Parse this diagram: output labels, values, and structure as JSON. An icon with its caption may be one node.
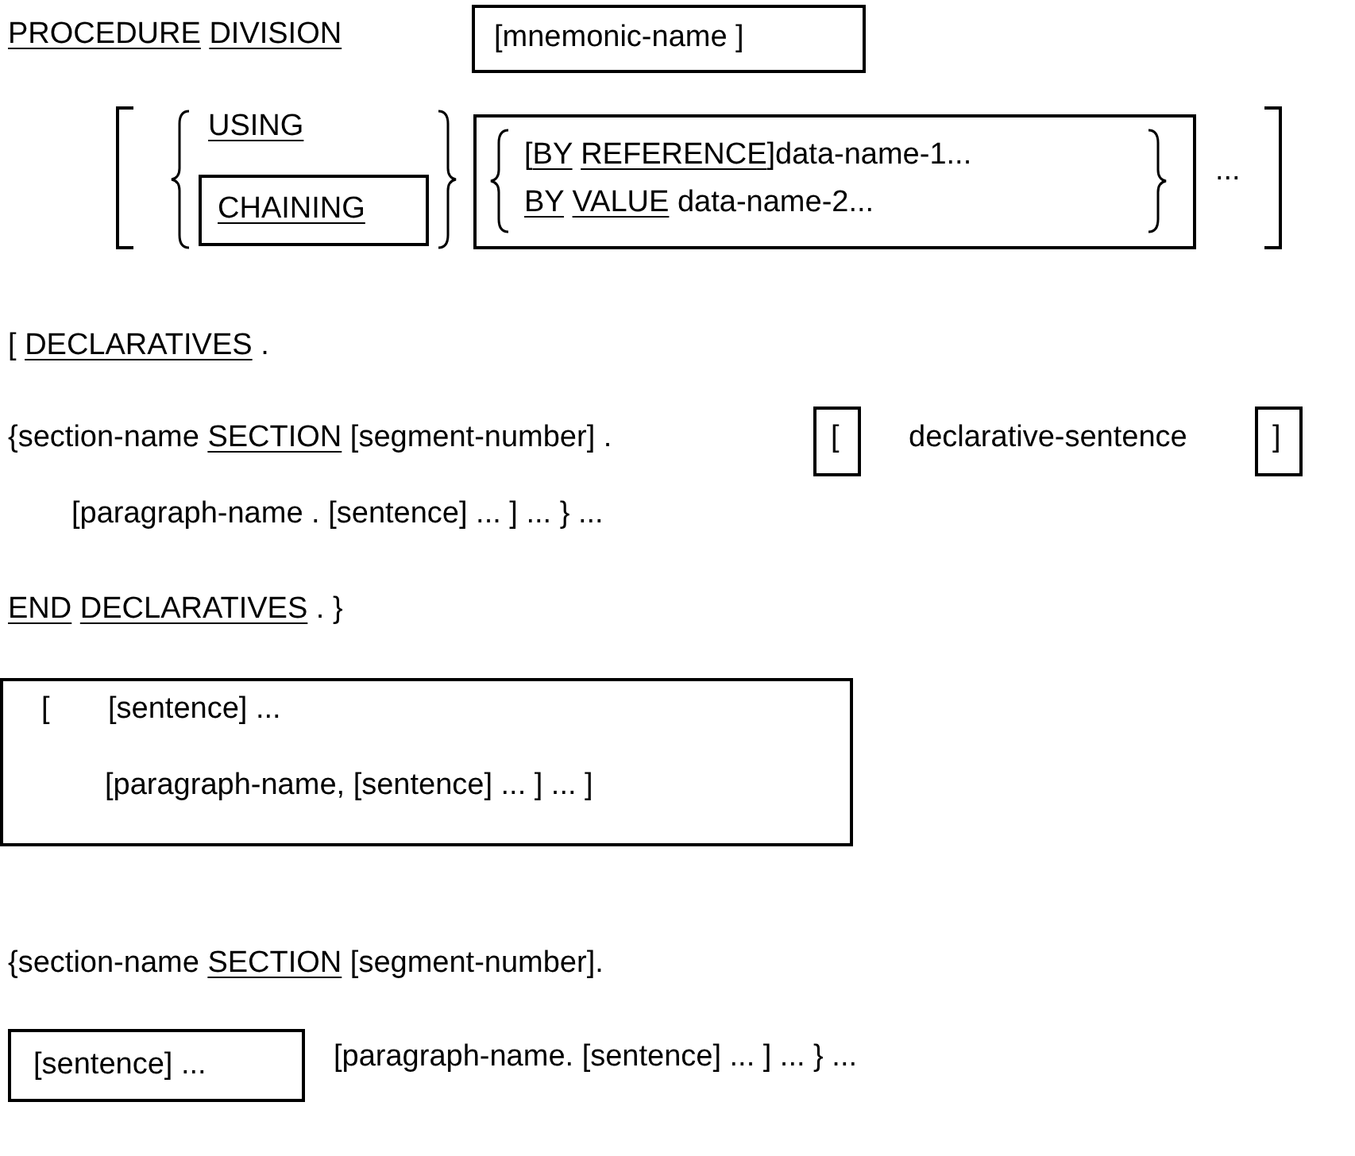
{
  "diagram": {
    "nodes": [
      {
        "text": [
          "[mnemonic-name ]"
        ]
      },
      {
        "text": [
          "CHAINING"
        ]
      },
      {
        "text": [
          "[BY REFERENCE]data-name-1...",
          "BY VALUE data-name-2..."
        ]
      },
      {
        "text": [
          "["
        ]
      },
      {
        "text": [
          "]"
        ]
      },
      {
        "text": [
          "[",
          "[sentence] ...",
          "[paragraph-name, [sentence] ... ] ... ]"
        ]
      },
      {
        "text": [
          "[sentence] ..."
        ]
      }
    ],
    "labels": [
      "PROCEDURE DIVISION",
      "USING",
      "...",
      "[ DECLARATIVES .",
      "{section-name SECTION [segment-number] .",
      "declarative-sentence",
      "[paragraph-name .  [sentence] ... ] ... } ...",
      "END DECLARATIVES . }",
      "{section-name SECTION [segment-number].",
      "[paragraph-name. [sentence] ... ] ... } ..."
    ]
  }
}
